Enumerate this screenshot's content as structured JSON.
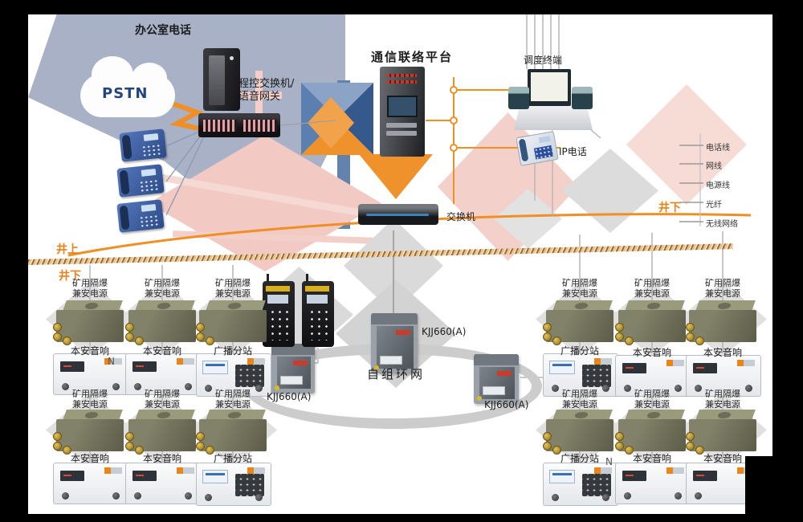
{
  "surface": {
    "office_phones_label": "办公室电话",
    "pstn_label": "PSTN",
    "pbx_label_line1": "程控交换机/",
    "pbx_label_line2": "语音网关",
    "platform_label": "通信联络平台",
    "dispatch_label": "调度终端",
    "ip_phone_label": "IP电话",
    "switch_label": "交换机",
    "legend": [
      {
        "label": "电话线"
      },
      {
        "label": "网线"
      },
      {
        "label": "电源线"
      },
      {
        "label": "光纤"
      },
      {
        "label": "无线网络"
      }
    ]
  },
  "divider": {
    "left_above": "井上",
    "left_below": "井下",
    "right_below": "井下"
  },
  "underground": {
    "ring_label": "自组环网",
    "kjj_label": "KJJ660(A)",
    "power_label_line1": "矿用隔爆",
    "power_label_line2": "兼安电源",
    "speaker_label": "本安音响",
    "broadcast_label": "广播分站",
    "wire_marker": "N"
  },
  "colors": {
    "accent_orange": "#ef8f25",
    "slate_blue": "#a8b1c6",
    "steel_blue": "#5b7fae",
    "pink": "#f2c9c3",
    "ring_gray": "#cccccc"
  }
}
